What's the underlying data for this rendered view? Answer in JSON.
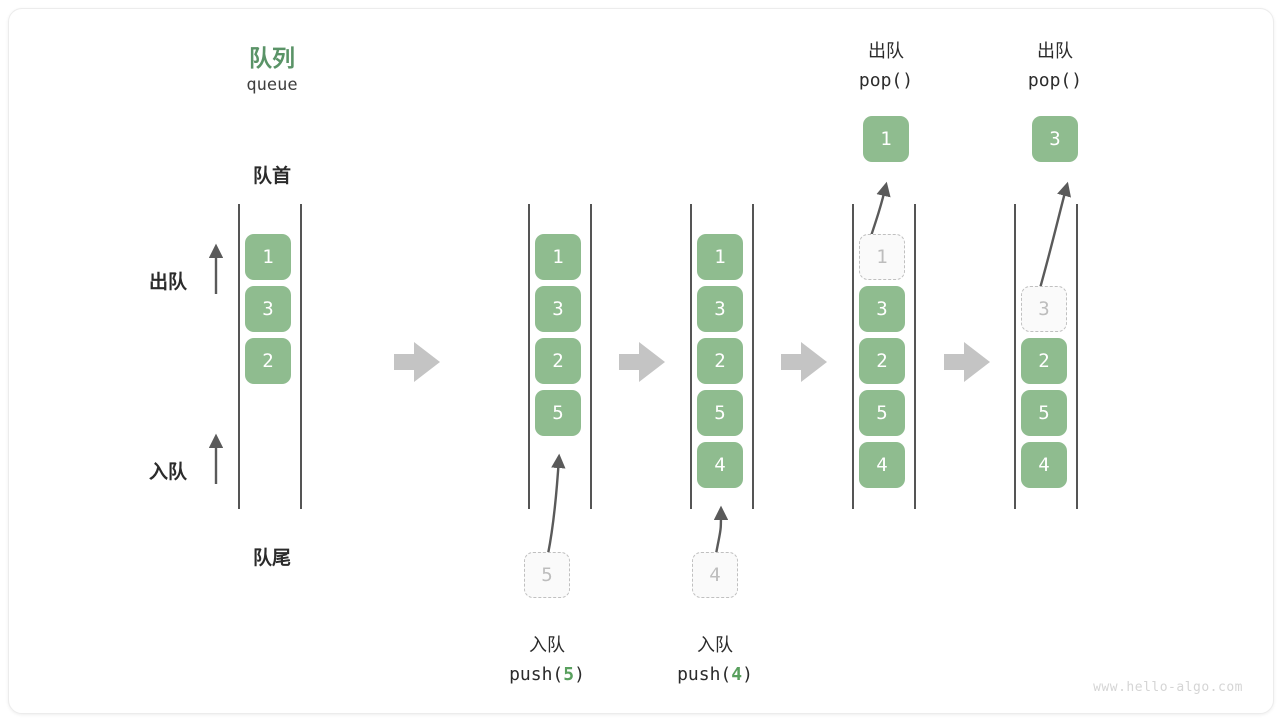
{
  "title": {
    "cn": "队列",
    "en": "queue",
    "accent_color": "#5a9367"
  },
  "labels": {
    "head": "队首",
    "tail": "队尾",
    "dequeue_side": "出队",
    "enqueue_side": "入队"
  },
  "colors": {
    "cell_fill": "#8fbc8f",
    "cell_text": "#ffffff",
    "ghost_fill": "#fafafa",
    "ghost_border": "#c0c0c0",
    "ghost_text": "#bdbdbd",
    "rail": "#555555",
    "step_arrow": "#c4c4c4",
    "accent": "#59a05e"
  },
  "watermark": "www.hello-algo.com",
  "stages": [
    {
      "name": "initial-queue",
      "cells": [
        {
          "value": "1",
          "state": "solid"
        },
        {
          "value": "3",
          "state": "solid"
        },
        {
          "value": "2",
          "state": "solid"
        }
      ]
    },
    {
      "name": "after-push-5",
      "cells": [
        {
          "value": "1",
          "state": "solid"
        },
        {
          "value": "3",
          "state": "solid"
        },
        {
          "value": "2",
          "state": "solid"
        },
        {
          "value": "5",
          "state": "solid"
        }
      ],
      "incoming": {
        "value": "5",
        "op_cn": "入队",
        "op_code_prefix": "push(",
        "op_code_value": "5",
        "op_code_suffix": ")"
      }
    },
    {
      "name": "after-push-4",
      "cells": [
        {
          "value": "1",
          "state": "solid"
        },
        {
          "value": "3",
          "state": "solid"
        },
        {
          "value": "2",
          "state": "solid"
        },
        {
          "value": "5",
          "state": "solid"
        },
        {
          "value": "4",
          "state": "solid"
        }
      ],
      "incoming": {
        "value": "4",
        "op_cn": "入队",
        "op_code_prefix": "push(",
        "op_code_value": "4",
        "op_code_suffix": ")"
      }
    },
    {
      "name": "after-pop-1",
      "cells": [
        {
          "value": "1",
          "state": "ghost"
        },
        {
          "value": "3",
          "state": "solid"
        },
        {
          "value": "2",
          "state": "solid"
        },
        {
          "value": "5",
          "state": "solid"
        },
        {
          "value": "4",
          "state": "solid"
        }
      ],
      "outgoing": {
        "value": "1",
        "op_cn": "出队",
        "op_code": "pop()"
      }
    },
    {
      "name": "after-pop-3",
      "cells": [
        {
          "value": "",
          "state": "empty"
        },
        {
          "value": "3",
          "state": "ghost"
        },
        {
          "value": "2",
          "state": "solid"
        },
        {
          "value": "5",
          "state": "solid"
        },
        {
          "value": "4",
          "state": "solid"
        }
      ],
      "outgoing": {
        "value": "3",
        "op_cn": "出队",
        "op_code": "pop()"
      }
    }
  ],
  "step_arrows": [
    {
      "name": "step-arrow-1"
    },
    {
      "name": "step-arrow-2"
    },
    {
      "name": "step-arrow-3"
    },
    {
      "name": "step-arrow-4"
    }
  ]
}
